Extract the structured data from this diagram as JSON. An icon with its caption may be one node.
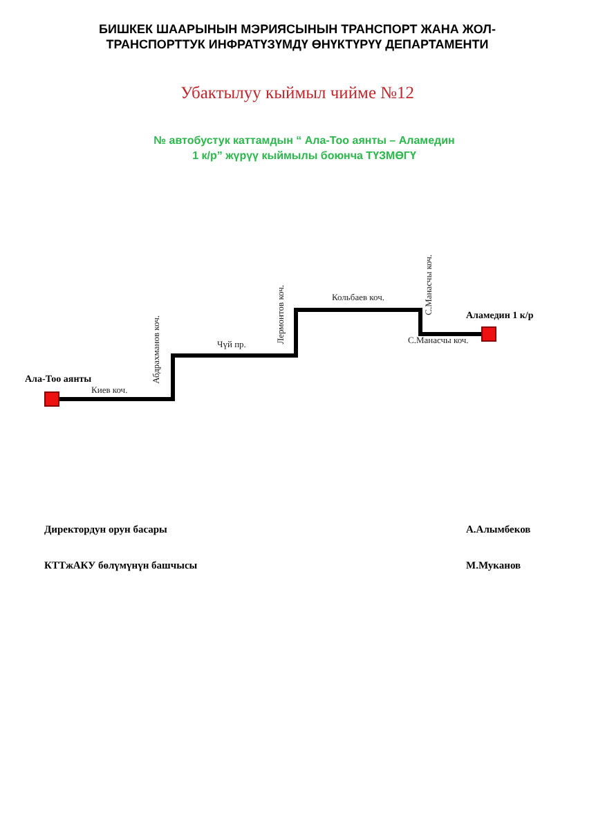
{
  "diagram": {
    "title": "Убактылуу кыймыл чийме №12",
    "nodes": [
      {
        "text": [
          "Ала-Тоо аянты"
        ]
      },
      {
        "text": [
          "Аламедин 1 к/р"
        ]
      }
    ],
    "edges": [
      {
        "from": 0,
        "to": 1,
        "arrow": "none"
      }
    ],
    "labels": [
      "БИШКЕК ШААРЫНЫН  МЭРИЯСЫНЫН ТРАНСПОРТ ЖАНА ЖОЛ-ТРАНСПОРТТУК ИНФРАТҮЗҮМДҮ ӨНҮКТҮРҮҮ ДЕПАРТАМЕНТИ",
      "№  автобустук каттамдын “  Ала-Тоо аянты – Аламедин 1 к/р” жүрүү кыймылы боюнча ТҮЗМӨГҮ",
      "С.Манасчы коч.",
      "Лермонтов коч.",
      "Кольбаев коч.",
      "Абдрахманов коч.",
      "Чүй пр.",
      "Киев коч.",
      "С.Манасчы коч.",
      "Директордун орун басары",
      "А.Алымбеков",
      "КТТжАКУ  бөлүмүнүн башчысы",
      "М.Муканов"
    ]
  }
}
